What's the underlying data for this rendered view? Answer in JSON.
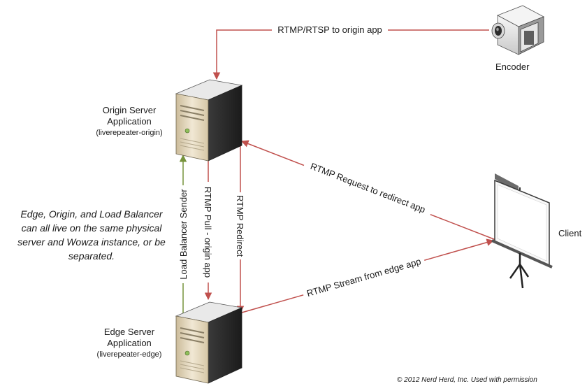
{
  "nodes": {
    "encoder": {
      "label": "Encoder"
    },
    "origin": {
      "line1": "Origin Server",
      "line2": "Application",
      "line3": "(liverepeater-origin)"
    },
    "edge": {
      "line1": "Edge Server",
      "line2": "Application",
      "line3": "(liverepeater-edge)"
    },
    "client": {
      "label": "Client"
    }
  },
  "edges": {
    "encoder_to_origin": "RTMP/RTSP to origin app",
    "client_request": "RTMP Request to redirect app",
    "client_stream": "RTMP Stream from edge app",
    "lb_sender": "Load Balancer Sender",
    "pull": "RTMP Pull - origin app",
    "redirect": "RTMP Redirect"
  },
  "note": {
    "line1": "Edge, Origin, and Load Balancer",
    "line2": "can all live on the same physical",
    "line3": "server and Wowza instance, or be",
    "line4": "separated."
  },
  "copyright": "© 2012 Nerd Herd, Inc. Used with permission",
  "colors": {
    "arrow_red": "#c0504d",
    "arrow_green": "#77933c"
  }
}
